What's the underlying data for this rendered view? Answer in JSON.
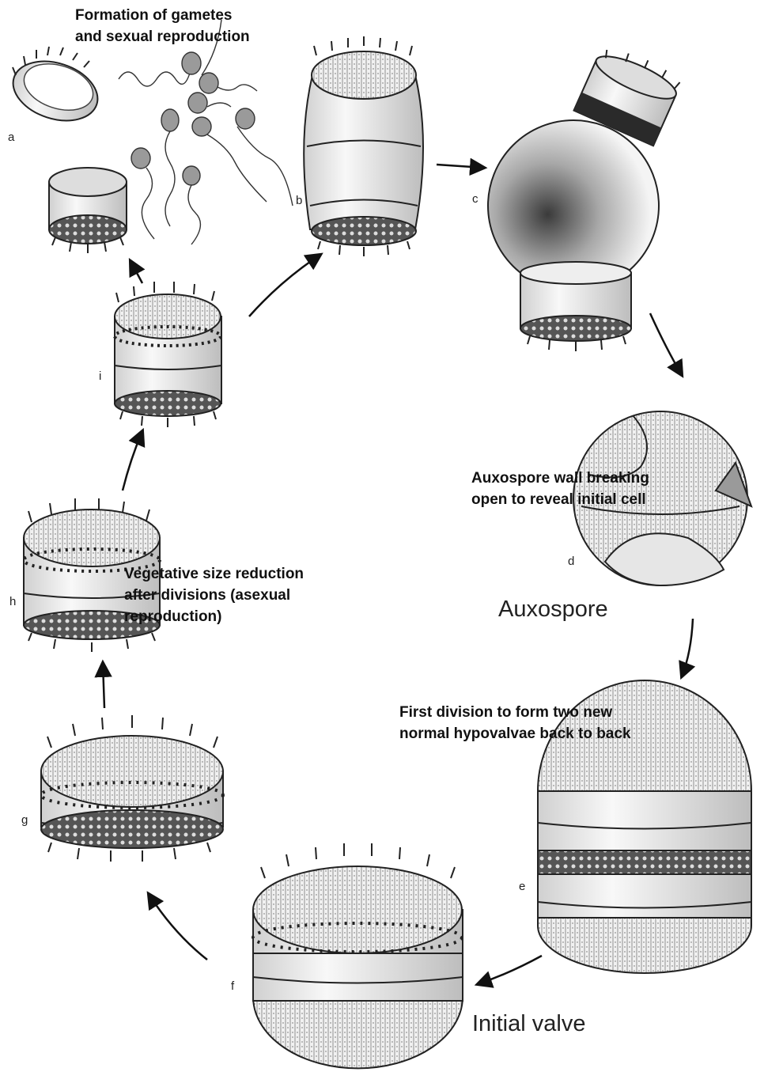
{
  "annotations": {
    "gametes": [
      "Formation of gametes",
      "and sexual reproduction"
    ],
    "auxospore_wall": [
      "Auxospore wall breaking",
      "open to reveal initial cell"
    ],
    "vegetative": [
      "Vegetative size reduction",
      "after divisions (asexual",
      "reproduction)"
    ],
    "first_division": [
      "First division to form two new",
      "normal hypovalvae back to back"
    ],
    "auxospore": "Auxospore",
    "initial_valve": "Initial valve"
  },
  "stage_letters": {
    "a": "a",
    "b": "b",
    "c": "c",
    "d": "d",
    "e": "e",
    "f": "f",
    "g": "g",
    "h": "h",
    "i": "i"
  }
}
